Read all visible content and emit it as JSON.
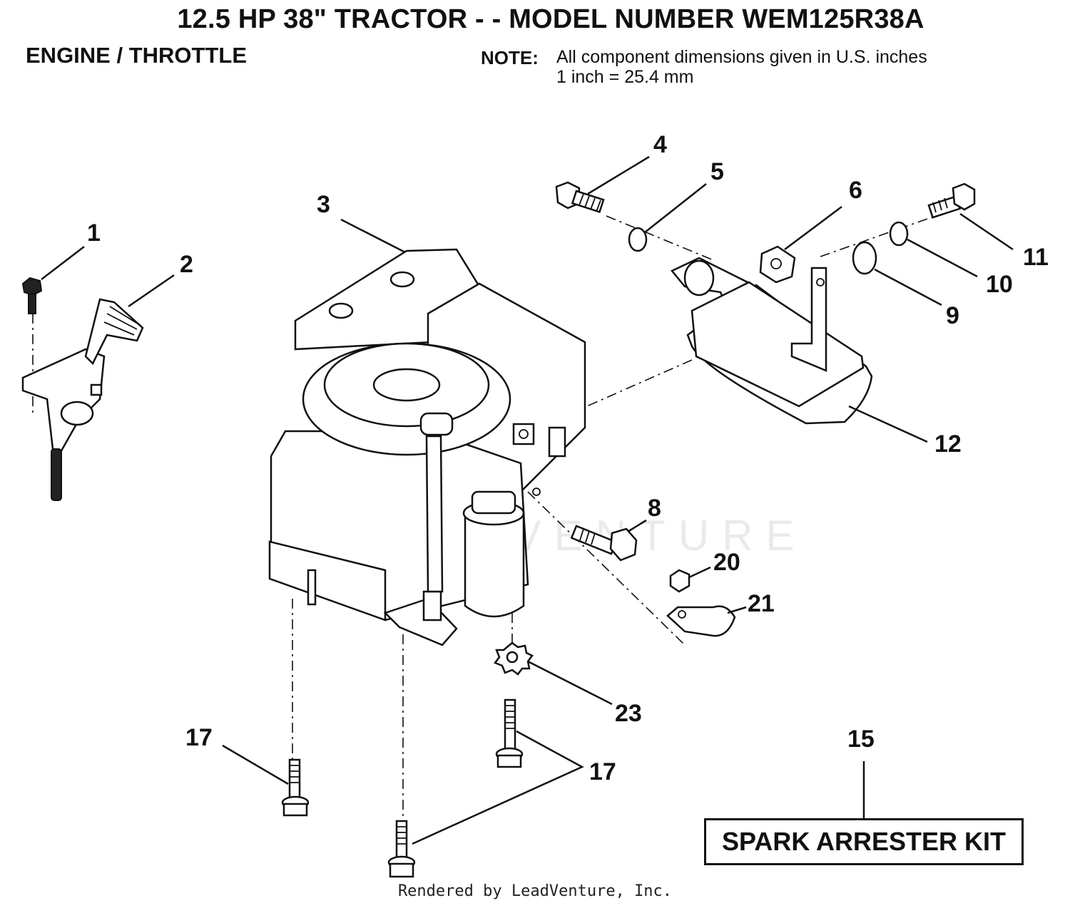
{
  "header": {
    "title": "12.5 HP 38\" TRACTOR - - MODEL NUMBER WEM125R38A",
    "section": "ENGINE / THROTTLE",
    "note_label": "NOTE:",
    "note_line1": "All component dimensions given in U.S. inches",
    "note_line2": "1 inch = 25.4 mm"
  },
  "callouts": {
    "c1": "1",
    "c2": "2",
    "c3": "3",
    "c4": "4",
    "c5": "5",
    "c6": "6",
    "c8": "8",
    "c9": "9",
    "c10": "10",
    "c11": "11",
    "c12": "12",
    "c15": "15",
    "c17a": "17",
    "c17b": "17",
    "c20": "20",
    "c21": "21",
    "c23": "23"
  },
  "kit_label": "SPARK ARRESTER KIT",
  "watermark": "LEADVENTURE",
  "footer": "Rendered by LeadVenture, Inc."
}
